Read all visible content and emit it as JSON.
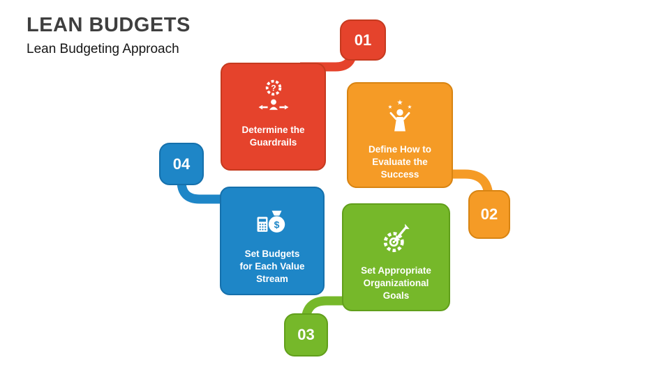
{
  "page": {
    "title": "LEAN BUDGETS",
    "subtitle": "Lean Budgeting Approach"
  },
  "colors": {
    "step1_red": "#E5432C",
    "step2_orange": "#F59B26",
    "step3_green": "#76B82A",
    "step4_blue": "#1E86C7",
    "title_gray": "#3F3F3F"
  },
  "steps": [
    {
      "number": "01",
      "label": "Determine the Guardrails",
      "icon": "gear-question-person-icon",
      "fill": "#E5432C",
      "border": "#C53A1F"
    },
    {
      "number": "02",
      "label": "Define How to Evaluate the Success",
      "icon": "winner-stars-icon",
      "fill": "#F59B26",
      "border": "#D88412"
    },
    {
      "number": "03",
      "label": "Set Appropriate Organizational Goals",
      "icon": "gear-dart-icon",
      "fill": "#76B82A",
      "border": "#619F1B"
    },
    {
      "number": "04",
      "label": "Set Budgets for Each Value Stream",
      "icon": "money-bag-calculator-icon",
      "fill": "#1E86C7",
      "border": "#1570AC"
    }
  ]
}
